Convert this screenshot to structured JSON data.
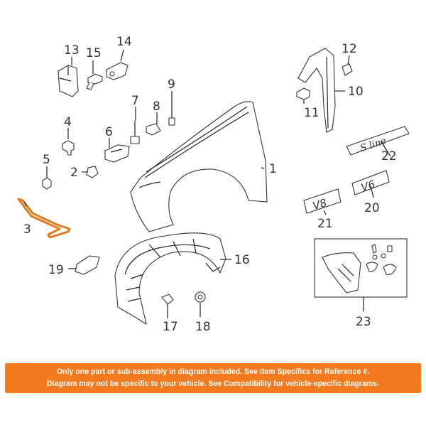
{
  "callouts": [
    "1",
    "2",
    "3",
    "4",
    "5",
    "6",
    "7",
    "8",
    "9",
    "10",
    "11",
    "12",
    "13",
    "14",
    "15",
    "16",
    "17",
    "18",
    "19",
    "20",
    "21",
    "22",
    "23"
  ],
  "badges": {
    "s_line": "S line",
    "v6_20": "V6",
    "v8_21": "V8"
  },
  "notice": {
    "line1": "Only one part or sub-assembly in diagram included. See Item Specifics for Reference #.",
    "line2": "Diagram may not be specific to your vehicle. See Compatibility for vehicle-specific diagrams."
  },
  "colors": {
    "notice_bg": "#f47a20",
    "highlight": "#e07a1f"
  }
}
